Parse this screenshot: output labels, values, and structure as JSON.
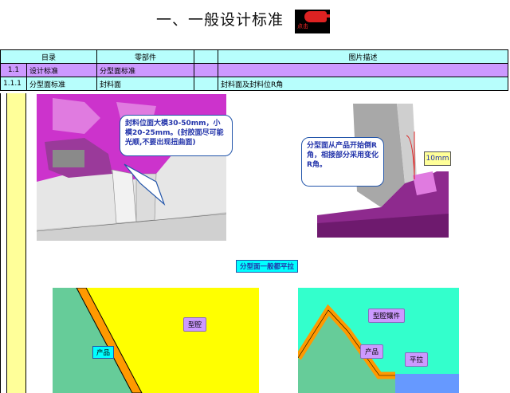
{
  "page": {
    "title": "一、一般设计标准",
    "click_button_label": "点击"
  },
  "table": {
    "header": {
      "toc": "目录",
      "parts": "零部件",
      "desc": "图片描述"
    },
    "row1": {
      "num": "1.1",
      "name": "设计标准",
      "part": "分型面标准"
    },
    "row2": {
      "num": "1.1.1",
      "name": "分型面标准",
      "part": "封料面",
      "desc": "封料面及封料位R角"
    }
  },
  "figures": {
    "callout_left": "封料位面大模30-50mm，小模20-25mm。(封胶面尽可能光顺,不要出现扭曲面)",
    "callout_right": "分型面从产品开始倒R角，相接部分采用变化R角。",
    "dimension": "10mm",
    "section_title": "分型面一般都平拉",
    "left_cavity": "型腔",
    "left_product": "产品",
    "right_insert": "型腔镶件",
    "right_product": "产品",
    "right_flat": "平拉"
  },
  "colors": {
    "cyan": "#b7fefc",
    "violet": "#cc99ff",
    "yellow": "#ffff00",
    "green": "#66cc99",
    "orange": "#ff9900",
    "magenta": "#cc33cc"
  }
}
